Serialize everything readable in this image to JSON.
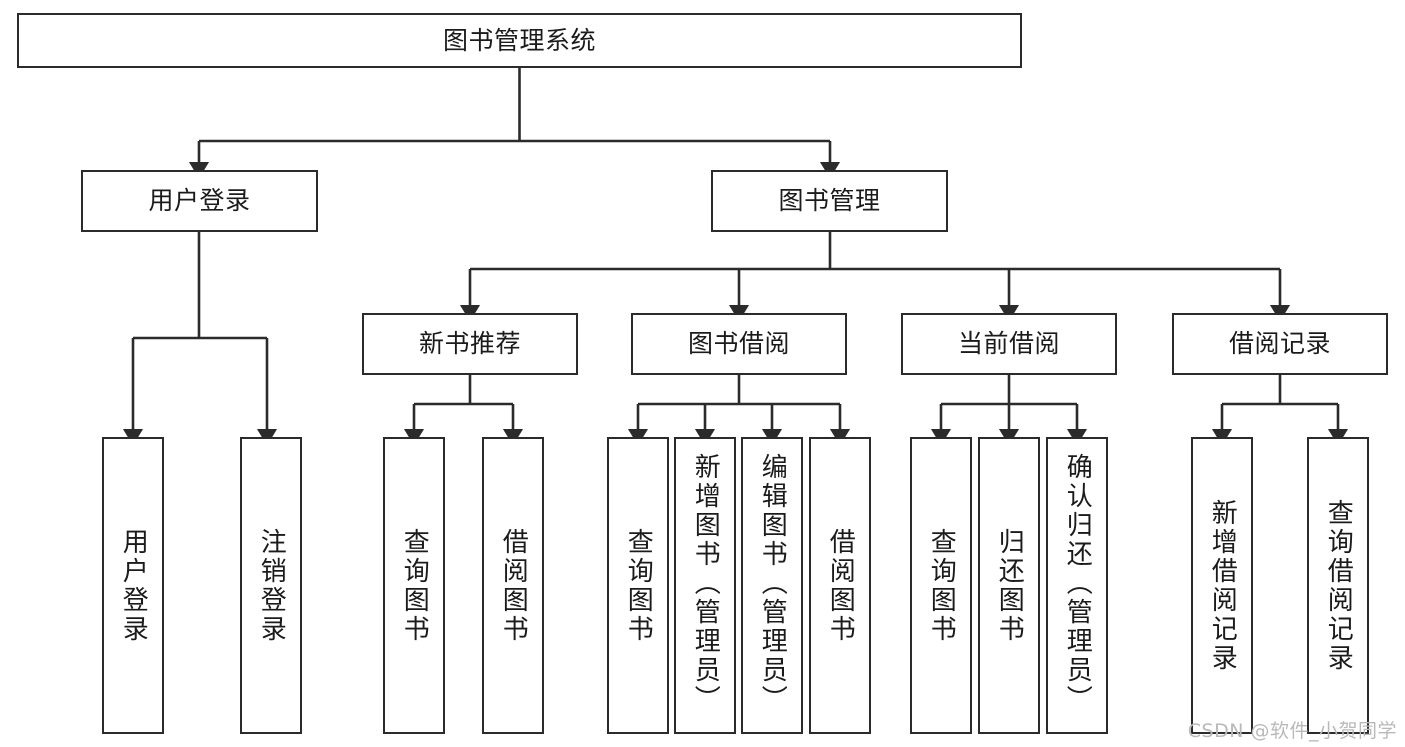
{
  "diagram": {
    "title": "图书管理系统",
    "type": "tree",
    "background": "#ffffff",
    "line_color": "#2b2b2b",
    "text_color": "#1b1b1b"
  },
  "root": {
    "label": "图书管理系统"
  },
  "level2": [
    {
      "label": "用户登录"
    },
    {
      "label": "图书管理"
    }
  ],
  "level3": [
    {
      "label": "新书推荐"
    },
    {
      "label": "图书借阅"
    },
    {
      "label": "当前借阅"
    },
    {
      "label": "借阅记录"
    }
  ],
  "leaves": {
    "user_login": [
      {
        "label": "用户登录"
      },
      {
        "label": "注销登录"
      }
    ],
    "new_book": [
      {
        "label": "查询图书"
      },
      {
        "label": "借阅图书"
      }
    ],
    "book_borrow": [
      {
        "label": "查询图书"
      },
      {
        "label": "新增图书（管理员）"
      },
      {
        "label": "编辑图书（管理员）"
      },
      {
        "label": "借阅图书"
      }
    ],
    "current_borrow": [
      {
        "label": "查询图书"
      },
      {
        "label": "归还图书"
      },
      {
        "label": "确认归还（管理员）"
      }
    ],
    "borrow_record": [
      {
        "label": "新增借阅记录"
      },
      {
        "label": "查询借阅记录"
      }
    ]
  },
  "watermark": {
    "text": "CSDN @软件_小贺同学"
  }
}
